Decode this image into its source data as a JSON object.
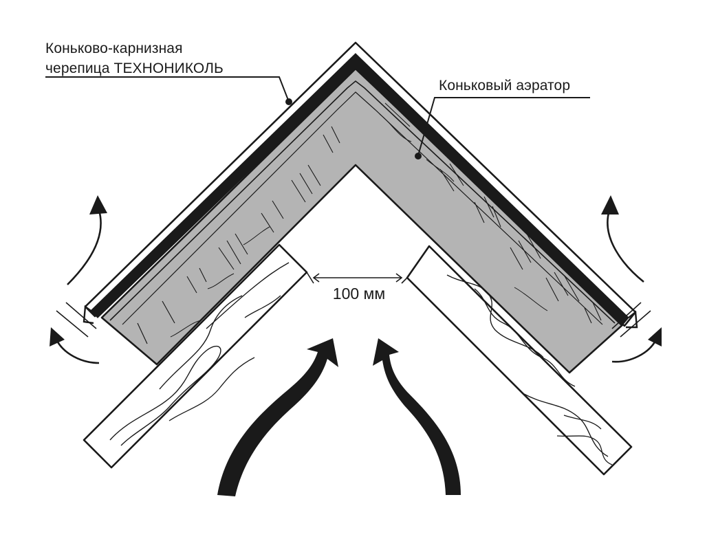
{
  "labels": {
    "ridge_tile": {
      "line1": "Коньково-карнизная",
      "line2": "черепица ТЕХНОНИКОЛЬ"
    },
    "ridge_aerator": "Коньковый аэратор",
    "vent_gap": "100 мм"
  },
  "colors": {
    "aerator_fill": "#b4b4b4",
    "outline": "#1a1a1a",
    "background": "#ffffff"
  }
}
